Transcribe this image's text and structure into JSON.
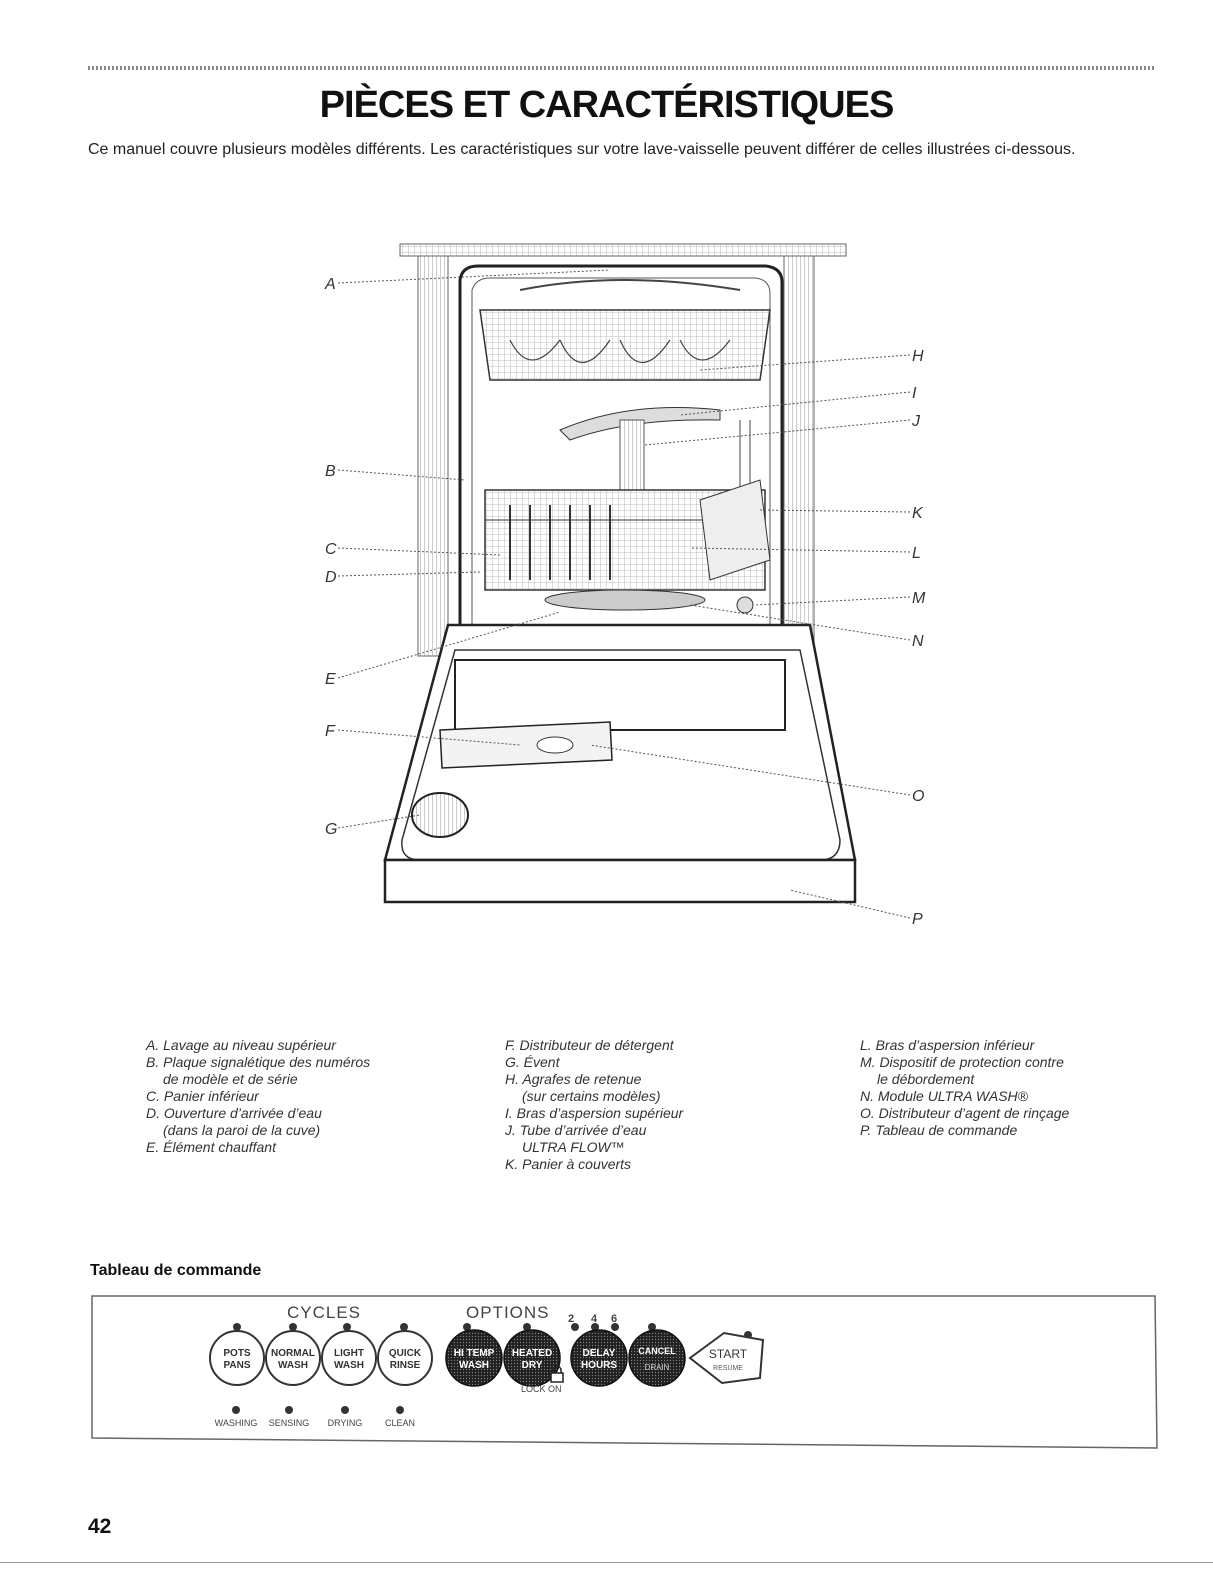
{
  "title": "PIÈCES ET CARACTÉRISTIQUES",
  "intro": "Ce manuel couvre plusieurs modèles différents. Les caractéristiques sur votre lave-vaisselle peuvent différer de celles illustrées ci-dessous.",
  "callouts": [
    "A",
    "B",
    "C",
    "D",
    "E",
    "F",
    "G",
    "H",
    "I",
    "J",
    "K",
    "L",
    "M",
    "N",
    "O",
    "P"
  ],
  "legend": {
    "col1": [
      {
        "line": "A. Lavage au niveau supérieur"
      },
      {
        "line": "B. Plaque signalétique des numéros",
        "cont": "de modèle et de série"
      },
      {
        "line": "C. Panier inférieur"
      },
      {
        "line": "D. Ouverture d’arrivée d’eau",
        "cont": "(dans la paroi de la cuve)"
      },
      {
        "line": "E. Élément chauffant"
      }
    ],
    "col2": [
      {
        "line": "F. Distributeur de détergent"
      },
      {
        "line": "G. Évent"
      },
      {
        "line": "H. Agrafes de retenue",
        "cont": "(sur certains modèles)"
      },
      {
        "line": "I. Bras d’aspersion supérieur"
      },
      {
        "line": "J. Tube d’arrivée d’eau",
        "cont": "ULTRA FLOW™"
      },
      {
        "line": "K. Panier à couverts"
      }
    ],
    "col3": [
      {
        "line": "L. Bras d’aspersion inférieur"
      },
      {
        "line": "M. Dispositif de protection contre",
        "cont": "le débordement"
      },
      {
        "line": "N. Module ULTRA WASH®"
      },
      {
        "line": "O. Distributeur d’agent de rinçage"
      },
      {
        "line": "P. Tableau de commande"
      }
    ]
  },
  "section_title": "Tableau de commande",
  "control_panel": {
    "cycles_label": "CYCLES",
    "options_label": "OPTIONS",
    "delay_hours": [
      "2",
      "4",
      "6"
    ],
    "buttons": [
      {
        "l1": "POTS",
        "l2": "PANS"
      },
      {
        "l1": "NORMAL",
        "l2": "WASH"
      },
      {
        "l1": "LIGHT",
        "l2": "WASH"
      },
      {
        "l1": "QUICK",
        "l2": "RINSE"
      },
      {
        "l1": "HI TEMP",
        "l2": "WASH"
      },
      {
        "l1": "HEATED",
        "l2": "DRY"
      },
      {
        "l1": "DELAY",
        "l2": "HOURS"
      },
      {
        "l1": "CANCEL",
        "l2": "DRAIN"
      },
      {
        "l1": "START",
        "l2": "RESUME"
      }
    ],
    "lock_label": "LOCK ON",
    "status": [
      "WASHING",
      "SENSING",
      "DRYING",
      "CLEAN"
    ]
  },
  "page_number": "42"
}
